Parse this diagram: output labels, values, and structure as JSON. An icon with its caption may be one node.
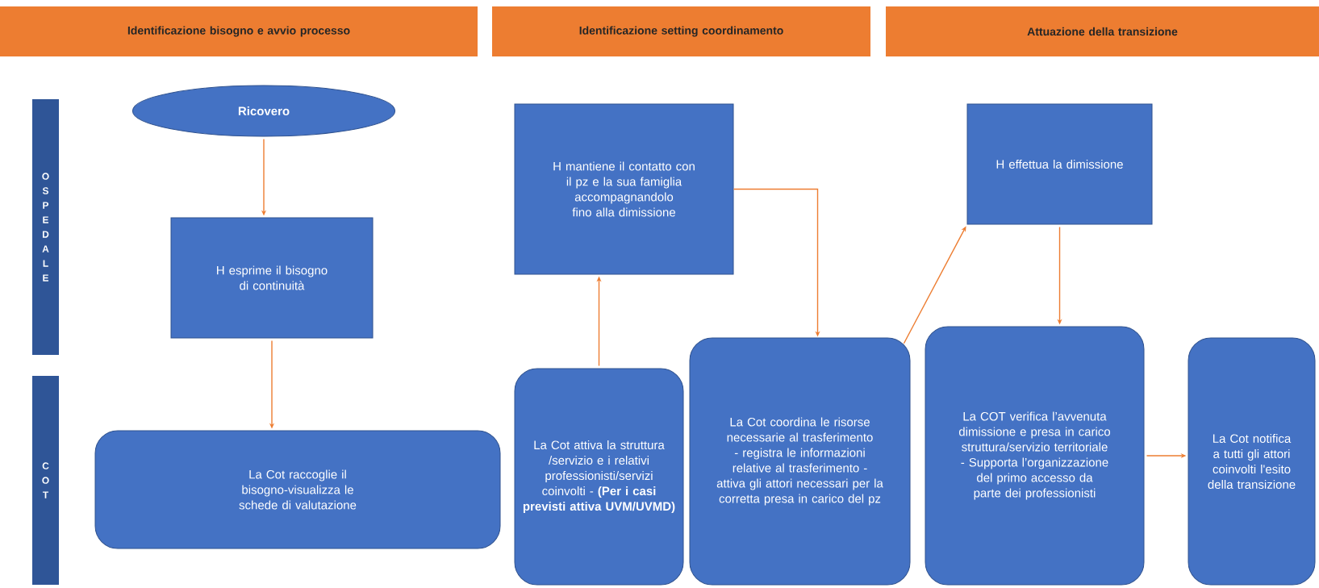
{
  "diagram": {
    "nodes": [
      {
        "text": [
          "Identificazione bisogno e avvio processo"
        ]
      },
      {
        "text": [
          "Identificazione setting coordinamento"
        ]
      },
      {
        "text": [
          "Attuazione della transizione"
        ]
      },
      {
        "text": [
          "OSPEDALE"
        ]
      },
      {
        "text": [
          "COT"
        ]
      },
      {
        "text": [
          "Ricovero"
        ]
      },
      {
        "text": [
          "H esprime il bisogno di continuità"
        ]
      },
      {
        "text": [
          "La Cot raccoglie il bisogno-visualizza le schede di valutazione"
        ]
      },
      {
        "text": [
          "H mantiene il contatto con il pz e la sua famiglia accompagnandolo fino alla dimissione"
        ]
      },
      {
        "text": [
          "La Cot attiva la struttura /servizio e i relativi professionisti/servizi coinvolti - **(Per i casi previsti attiva UVM/UVMD)**"
        ]
      },
      {
        "text": [
          "La Cot coordina le risorse necessarie al trasferimento - registra le informazioni relative al trasferimento - attiva gli attori necessari per la corretta presa in carico del pz"
        ]
      },
      {
        "text": [
          "H effettua la dimissione"
        ]
      },
      {
        "text": [
          "La COT verifica l’avvenuta dimissione e presa in carico struttura/servizio territoriale - Supporta l’organizzazione del primo accesso da parte dei professionisti"
        ]
      },
      {
        "text": [
          "La Cot notifica a tutti gli attori coinvolti l'esito della transizione"
        ]
      }
    ],
    "edges": [
      {
        "from": 5,
        "to": 6,
        "arrow": "to"
      },
      {
        "from": 6,
        "to": 7,
        "arrow": "to"
      },
      {
        "from": 9,
        "to": 8,
        "arrow": "to"
      },
      {
        "from": 8,
        "to": 10,
        "arrow": "to"
      },
      {
        "from": 10,
        "to": 11,
        "arrow": "to"
      },
      {
        "from": 11,
        "to": 12,
        "arrow": "to"
      },
      {
        "from": 12,
        "to": 13,
        "arrow": "to"
      }
    ]
  }
}
